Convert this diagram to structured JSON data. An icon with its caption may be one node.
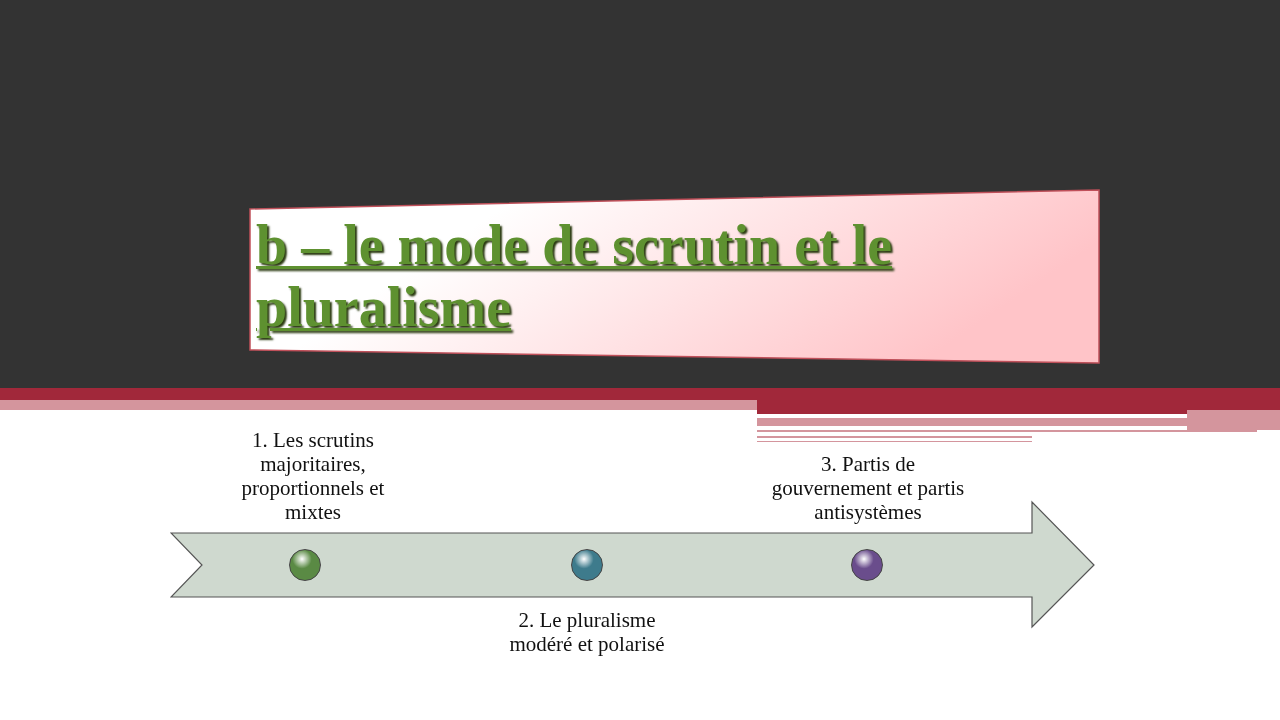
{
  "diagram": {
    "title": "b – le mode de scrutin et le pluralisme",
    "nodes": [
      {
        "text": [],
        "shape": "arrow"
      },
      {
        "text": [],
        "shape": "circle",
        "in": 0,
        "beside": [
          "1. Les scrutins majoritaires, proportionnels et mixtes"
        ]
      },
      {
        "text": [],
        "shape": "circle",
        "in": 0,
        "beside": [
          "2. Le pluralisme modéré et polarisé"
        ]
      },
      {
        "text": [],
        "shape": "circle",
        "in": 0,
        "beside": [
          "3. Partis de gouvernement et partis antisystèmes"
        ]
      }
    ]
  }
}
